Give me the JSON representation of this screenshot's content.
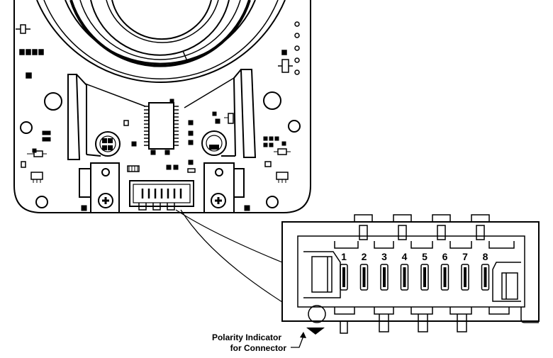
{
  "pins": {
    "labels": [
      "1",
      "2",
      "3",
      "4",
      "5",
      "6",
      "7",
      "8"
    ]
  },
  "callout": {
    "line1": "Polarity Indicator",
    "line2": "for Connector"
  },
  "colors": {
    "stroke": "#000000",
    "background": "#ffffff"
  }
}
